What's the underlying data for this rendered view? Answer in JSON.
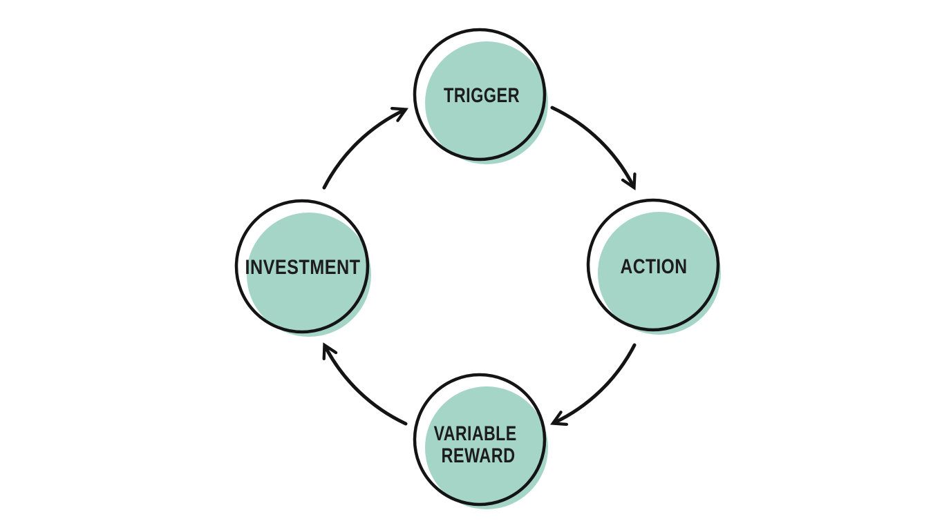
{
  "diagram": {
    "type": "cycle",
    "nodes": [
      {
        "id": "trigger",
        "label": "TRIGGER",
        "lines": [
          "TRIGGER"
        ]
      },
      {
        "id": "action",
        "label": "ACTION",
        "lines": [
          "ACTION"
        ]
      },
      {
        "id": "variable-reward",
        "label": "VARIABLE REWARD",
        "lines": [
          "VARIABLE",
          "REWARD"
        ]
      },
      {
        "id": "investment",
        "label": "INVESTMENT",
        "lines": [
          "INVESTMENT"
        ]
      }
    ],
    "edges": [
      {
        "from": "trigger",
        "to": "action",
        "direction": "clockwise"
      },
      {
        "from": "action",
        "to": "variable-reward",
        "direction": "clockwise"
      },
      {
        "from": "variable-reward",
        "to": "investment",
        "direction": "clockwise"
      },
      {
        "from": "investment",
        "to": "trigger",
        "direction": "clockwise"
      }
    ],
    "colors": {
      "node_fill": "#a5d5c6",
      "outline": "#141414",
      "arrow": "#141414",
      "text": "#1c1c1c",
      "background": "#ffffff"
    }
  }
}
